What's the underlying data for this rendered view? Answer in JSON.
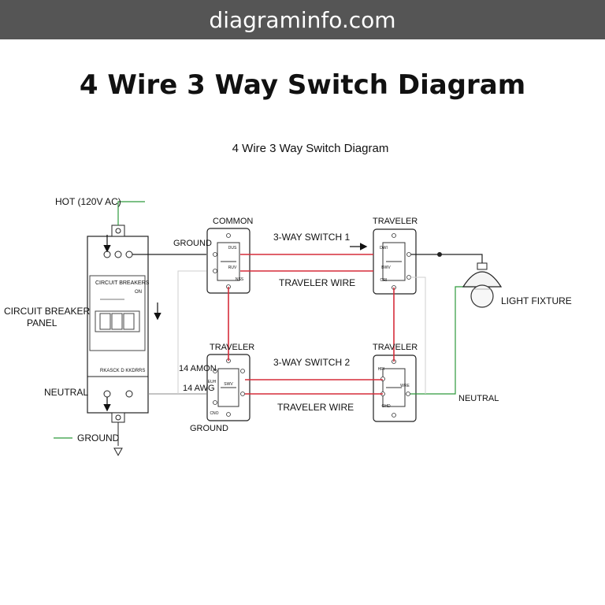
{
  "site": {
    "name": "diagraminfo.com"
  },
  "title": "4 Wire 3 Way Switch Diagram",
  "subtitle": "4 Wire 3 Way Switch Diagram",
  "colors": {
    "hot_wire": "#d62d3a",
    "neutral_wire": "#2e9a3c",
    "ground_wire": "#2e9a3c",
    "line": "#222222",
    "topbar": "#555555"
  },
  "labels": {
    "hot": "HOT (120V AC)",
    "panel_line1": "CIRCUIT BREAKER",
    "panel_line2": "PANEL",
    "panel_header": "CIRCUIT BREAKERS",
    "panel_code": "RKASCK D KKDRRS",
    "neutral_left": "NEUTRAL",
    "ground_left": "GROUND",
    "ground_top": "GROUND",
    "common": "COMMON",
    "traveler_top": "TRAVELER",
    "switch1": "3-WAY SWITCH 1",
    "traveler_wire_1": "TRAVELER WIRE",
    "traveler_left": "TRAVELER",
    "traveler_right": "TRAVELER",
    "switch2": "3-WAY SWITCH 2",
    "awg1": "14 AMON",
    "awg2": "14 AWG",
    "traveler_wire_2": "TRAVELER WIRE",
    "ground_bottom": "GROUND",
    "neutral_right": "NEUTRAL",
    "light_fixture": "LIGHT FIXTURE"
  },
  "switch_terms": {
    "s1_left": [
      "DUS",
      "RUV",
      "NSS"
    ],
    "s1_right": [
      "DWI",
      "BWV",
      "ORI"
    ],
    "s2_left": [
      "EUH",
      "SWV",
      "CNO"
    ],
    "s2_right": [
      "HRI",
      "WRE",
      "OHD"
    ]
  }
}
